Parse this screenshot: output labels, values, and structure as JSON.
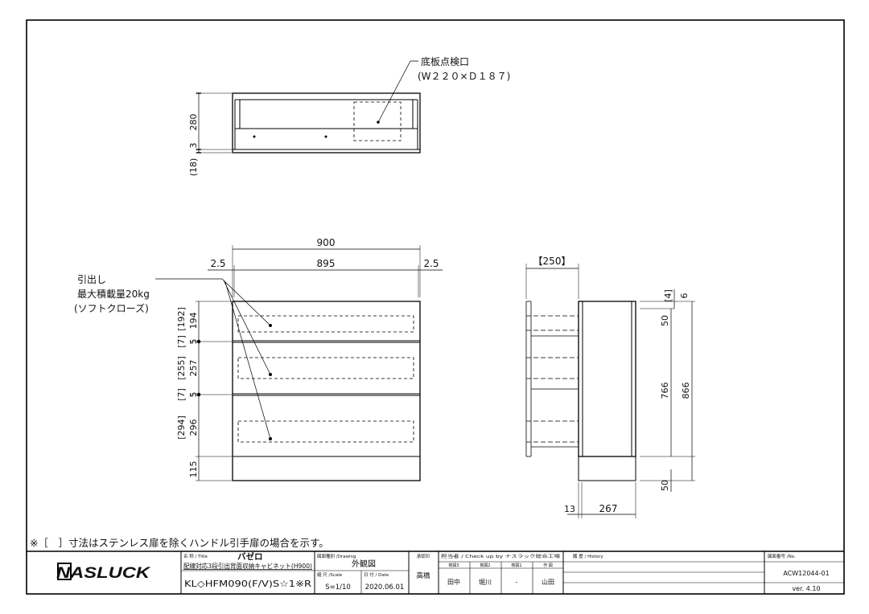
{
  "callouts": {
    "bottom_inspection": {
      "line1": "底板点検口",
      "line2": "(W２２０×Ｄ１８７)"
    },
    "drawer": {
      "line1": "引出し",
      "line2": "最大積載量20kg",
      "line3": "(ソフトクローズ)"
    }
  },
  "plan_dims": {
    "d280": "280",
    "d3": "3",
    "d18": "(18)"
  },
  "front_dims": {
    "overall": "900",
    "inner": "895",
    "left_gap": "2.5",
    "right_gap": "2.5",
    "d192": "[192]",
    "d194": "194",
    "d7a": "[7]",
    "d5a": "5",
    "d255": "[255]",
    "d257": "257",
    "d7b": "[7]",
    "d5b": "5",
    "d294": "[294]",
    "d296": "296",
    "d115": "115"
  },
  "side_dims": {
    "depth_pullout": "【250】",
    "d4": "[4]",
    "d6": "6",
    "d50a": "50",
    "d766": "766",
    "d866": "866",
    "d50b": "50",
    "d13": "13",
    "d267": "267"
  },
  "note": "※［　］寸法はステンレス扉を除くハンドル引手扉の場合を示す。",
  "title_block": {
    "logo": "NASLUCK",
    "name_label": "名 称 / Title",
    "name_value": "バゼロ",
    "product_desc": "配線対応3段引出背面収納キャビネット(H900)",
    "model": "KL◇HFM090(F/V)S☆1※R",
    "drawing_label": "図面種別 /Drawing",
    "drawing_value": "外観図",
    "scale_label": "縮 尺 /Scale",
    "scale_value": "S=1/10",
    "date_label": "日 付 / Date",
    "date_value": "2020.06.01",
    "approve_label": "承認印",
    "approver": "高橋",
    "check_label": "担当者 / Check up by ナスラック総合工場",
    "check_cols": [
      "検図3",
      "検図2",
      "検図1",
      "作 図"
    ],
    "check_names": [
      "田中",
      "堀川",
      "-",
      "山田"
    ],
    "history_label": "履 歴 / History",
    "no_label": "図面番号 /No.",
    "no_value": "ACW12044-01",
    "version": "ver. 4.10"
  }
}
